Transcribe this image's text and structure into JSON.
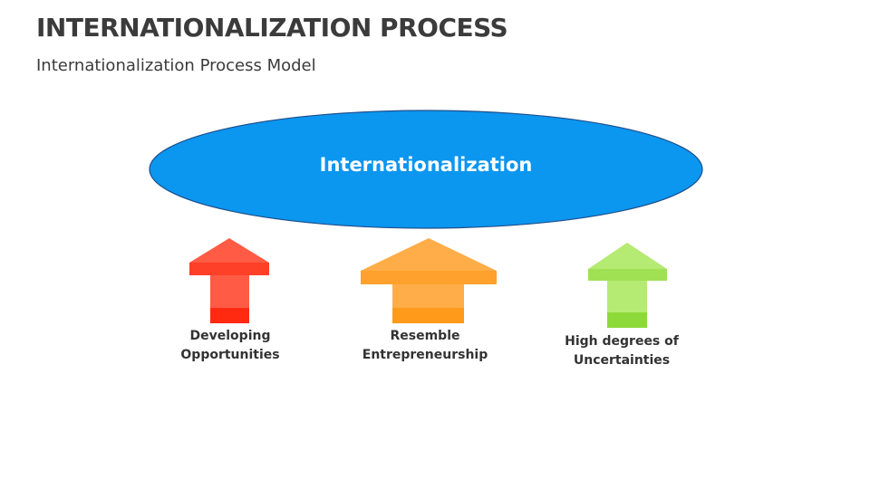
{
  "header": {
    "title": "INTERNATIONALIZATION PROCESS",
    "subtitle": "Internationalization Process Model"
  },
  "diagram": {
    "center": {
      "label": "Internationalization",
      "color": "#0b96f0"
    },
    "drivers": [
      {
        "line1": "Developing",
        "line2": "Opportunities",
        "color": "#ff5b45",
        "band_color": "#ff2a10"
      },
      {
        "line1": "Resemble",
        "line2": "Entrepreneurship",
        "color": "#ffad48",
        "band_color": "#ff9a1a"
      },
      {
        "line1": "High degrees of",
        "line2": "Uncertainties",
        "color": "#b5ea73",
        "band_color": "#8ed93a"
      }
    ]
  }
}
